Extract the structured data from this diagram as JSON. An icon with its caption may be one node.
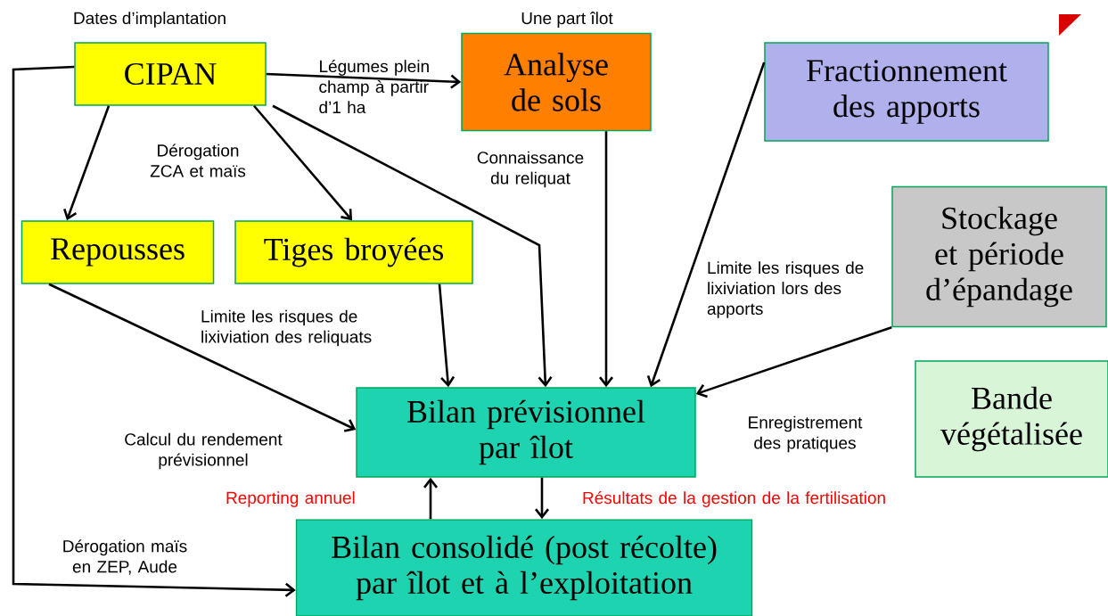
{
  "diagram": {
    "nodes": [
      {
        "text": [
          "CIPAN"
        ],
        "beside": [
          "Dates d’implantation"
        ]
      },
      {
        "text": [
          "Analyse de sols"
        ],
        "beside": [
          "Une part îlot"
        ]
      },
      {
        "text": [
          "Fractionnement des apports"
        ]
      },
      {
        "text": [
          "Repousses"
        ]
      },
      {
        "text": [
          "Tiges broyées"
        ]
      },
      {
        "text": [
          "Stockage et période d’épandage"
        ]
      },
      {
        "text": [
          "Bilan prévisionnel par îlot"
        ]
      },
      {
        "text": [
          "Bande végétalisée"
        ]
      },
      {
        "text": [
          "Bilan consolidé (post récolte) par îlot et à l’exploitation"
        ]
      }
    ],
    "edges": [
      {
        "from": 0,
        "to": 1,
        "arrow": "to",
        "label": "Légumes plein champ à partir d’1 ha"
      },
      {
        "from": 0,
        "to": 3,
        "arrow": "to"
      },
      {
        "from": 0,
        "to": 4,
        "arrow": "to",
        "label": "Dérogation ZCA et maïs"
      },
      {
        "from": 0,
        "to": 6,
        "arrow": "to"
      },
      {
        "from": 1,
        "to": 6,
        "arrow": "to",
        "label": "Connaissance du reliquat"
      },
      {
        "from": 2,
        "to": 6,
        "arrow": "to",
        "label": "Limite les risques de lixiviation lors des apports"
      },
      {
        "from": 3,
        "to": 6,
        "arrow": "to",
        "label": "Limite les risques de lixiviation des reliquats"
      },
      {
        "from": 4,
        "to": 6,
        "arrow": "to"
      },
      {
        "from": 5,
        "to": 6,
        "arrow": "to"
      },
      {
        "from": 8,
        "to": 6,
        "arrow": "to",
        "label": "Reporting annuel"
      },
      {
        "from": 6,
        "to": 8,
        "arrow": "to",
        "label": "Résultats de la gestion de la fertilisation"
      },
      {
        "from": 0,
        "to": 8,
        "arrow": "to",
        "label": "Dérogation maïs en ZEP, Aude"
      }
    ],
    "labels": [
      "Calcul du rendement prévisionnel",
      "Enregistrement des pratiques"
    ]
  }
}
